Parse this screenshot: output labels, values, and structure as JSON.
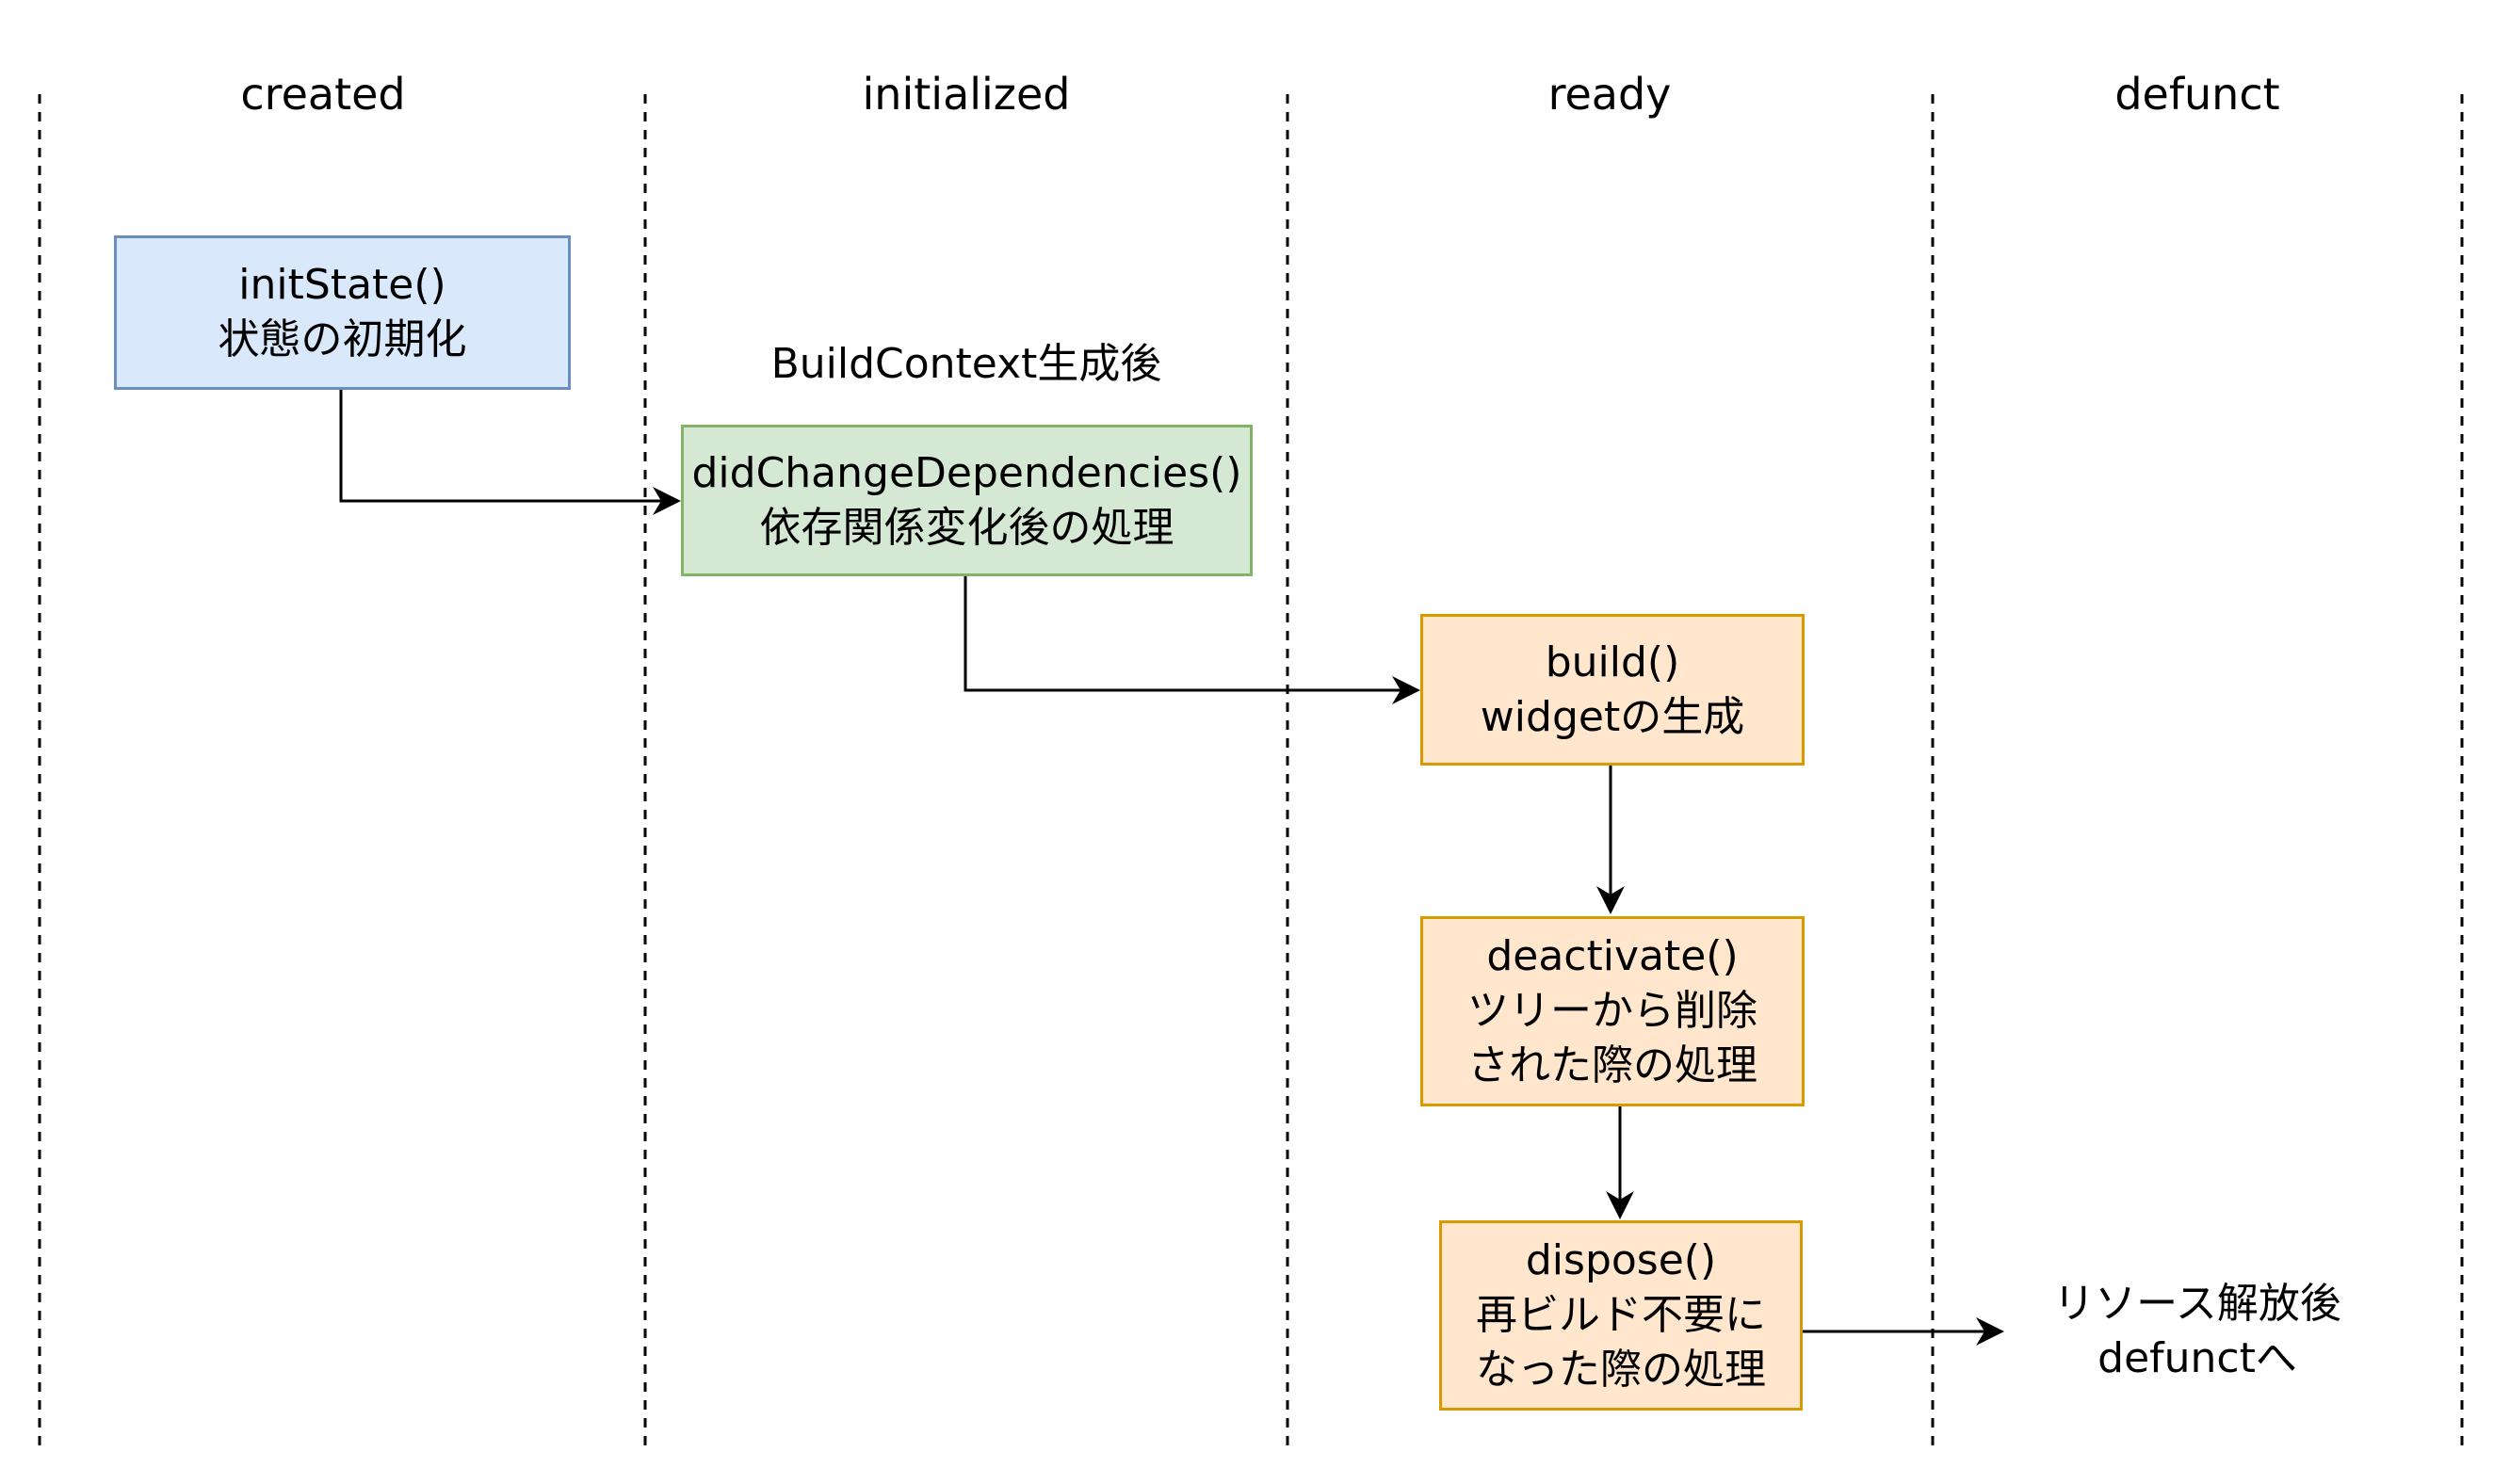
{
  "lanes": {
    "created": "created",
    "initialized": "initialized",
    "ready": "ready",
    "defunct": "defunct"
  },
  "nodes": {
    "init_state": {
      "method": "initState()",
      "desc": "状態の初期化"
    },
    "did_change_dependencies": {
      "method": "didChangeDependencies()",
      "desc": "依存関係変化後の処理"
    },
    "build": {
      "method": "build()",
      "desc": "widgetの生成"
    },
    "deactivate": {
      "method": "deactivate()",
      "desc1": "ツリーから削除",
      "desc2": "された際の処理"
    },
    "dispose": {
      "method": "dispose()",
      "desc1": "再ビルド不要に",
      "desc2": "なった際の処理"
    }
  },
  "annotations": {
    "build_context": "BuildContext生成後",
    "after_release_1": "リソース解放後",
    "after_release_2": "defunctへ"
  },
  "colors": {
    "blue_fill": "#dae8fc",
    "blue_stroke": "#6c8ebf",
    "green_fill": "#d5e8d4",
    "green_stroke": "#82b366",
    "orange_fill": "#ffe6cc",
    "orange_stroke": "#d79b00"
  }
}
